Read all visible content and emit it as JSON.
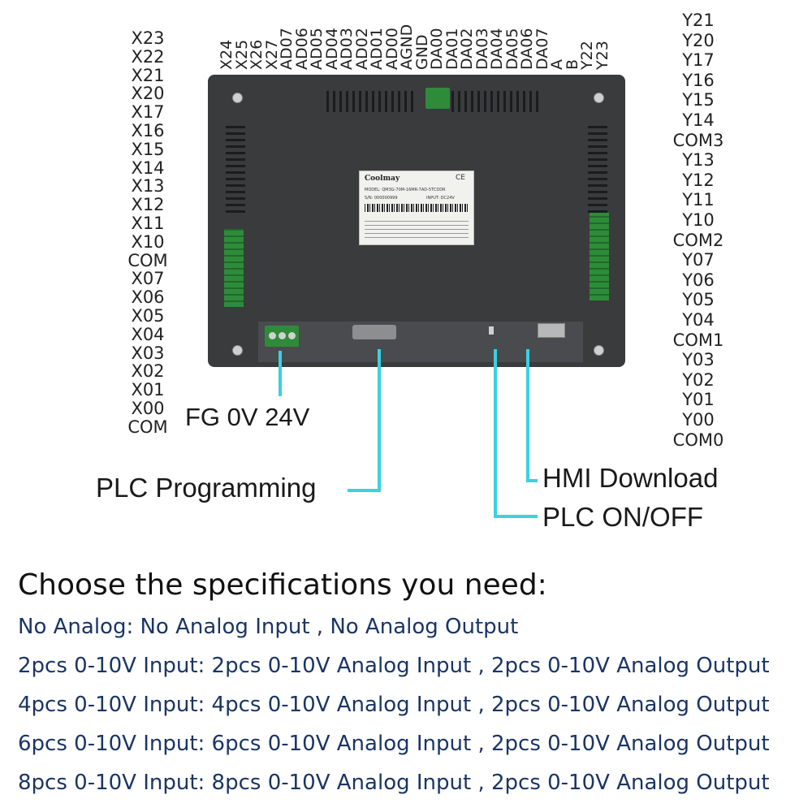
{
  "x_labels": [
    "X23",
    "X22",
    "X21",
    "X20",
    "X17",
    "X16",
    "X15",
    "X14",
    "X13",
    "X12",
    "X11",
    "X10",
    "COM",
    "X07",
    "X06",
    "X05",
    "X04",
    "X03",
    "X02",
    "X01",
    "X00",
    "COM"
  ],
  "y_labels": [
    "Y21",
    "Y20",
    "Y17",
    "Y16",
    "Y15",
    "Y14",
    "COM3",
    "Y13",
    "Y12",
    "Y11",
    "Y10",
    "COM2",
    "Y07",
    "Y06",
    "Y05",
    "Y04",
    "COM1",
    "Y03",
    "Y02",
    "Y01",
    "Y00",
    "COM0"
  ],
  "top_labels": [
    "X24",
    "X25",
    "X26",
    "X27",
    "AD07",
    "AD06",
    "AD05",
    "AD04",
    "AD03",
    "AD02",
    "AD01",
    "AD00",
    "AGND",
    "GND",
    "DA00",
    "DA01",
    "DA02",
    "DA03",
    "DA04",
    "DA05",
    "DA06",
    "DA07",
    "A",
    "B",
    "Y22",
    "Y23"
  ],
  "power_label": "FG 0V 24V",
  "callouts": {
    "plc_programming": "PLC Programming",
    "hmi_download": "HMI Download",
    "plc_onoff": "PLC ON/OFF"
  },
  "nameplate": {
    "brand": "Coolmay",
    "model": "MODEL: QM3G-70M-16MR-7AD-5TCDDR",
    "serial": "S/N: 000000999",
    "input": "INPUT: DC24V"
  },
  "heading": "Choose the specifications you need:",
  "specs": [
    "No Analog: No Analog Input , No Analog Output",
    "2pcs 0-10V Input: 2pcs 0-10V Analog Input , 2pcs 0-10V Analog Output",
    "4pcs 0-10V Input: 4pcs 0-10V Analog Input , 2pcs 0-10V Analog Output",
    "6pcs 0-10V Input: 6pcs 0-10V Analog Input , 2pcs 0-10V Analog Output",
    "8pcs 0-10V Input: 8pcs 0-10V Analog Input , 2pcs 0-10V Analog Output"
  ],
  "colors": {
    "panel": "#3a3b3d",
    "terminal_green": "#2e8b3a",
    "callout_line": "#3bd1df",
    "spec_text": "#1a3565"
  }
}
